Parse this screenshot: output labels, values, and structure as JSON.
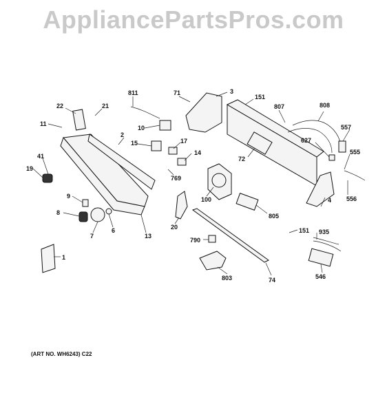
{
  "watermark": "AppliancePartsPros.com",
  "art_number": "(ART NO. WH6243) C22",
  "callouts": [
    "811",
    "71",
    "3",
    "151",
    "807",
    "808",
    "22",
    "21",
    "11",
    "10",
    "2",
    "15",
    "17",
    "14",
    "557",
    "72",
    "627",
    "555",
    "41",
    "19",
    "769",
    "100",
    "9",
    "556",
    "805",
    "4",
    "8",
    "6",
    "7",
    "13",
    "20",
    "151",
    "935",
    "790",
    "1",
    "803",
    "74",
    "546"
  ]
}
